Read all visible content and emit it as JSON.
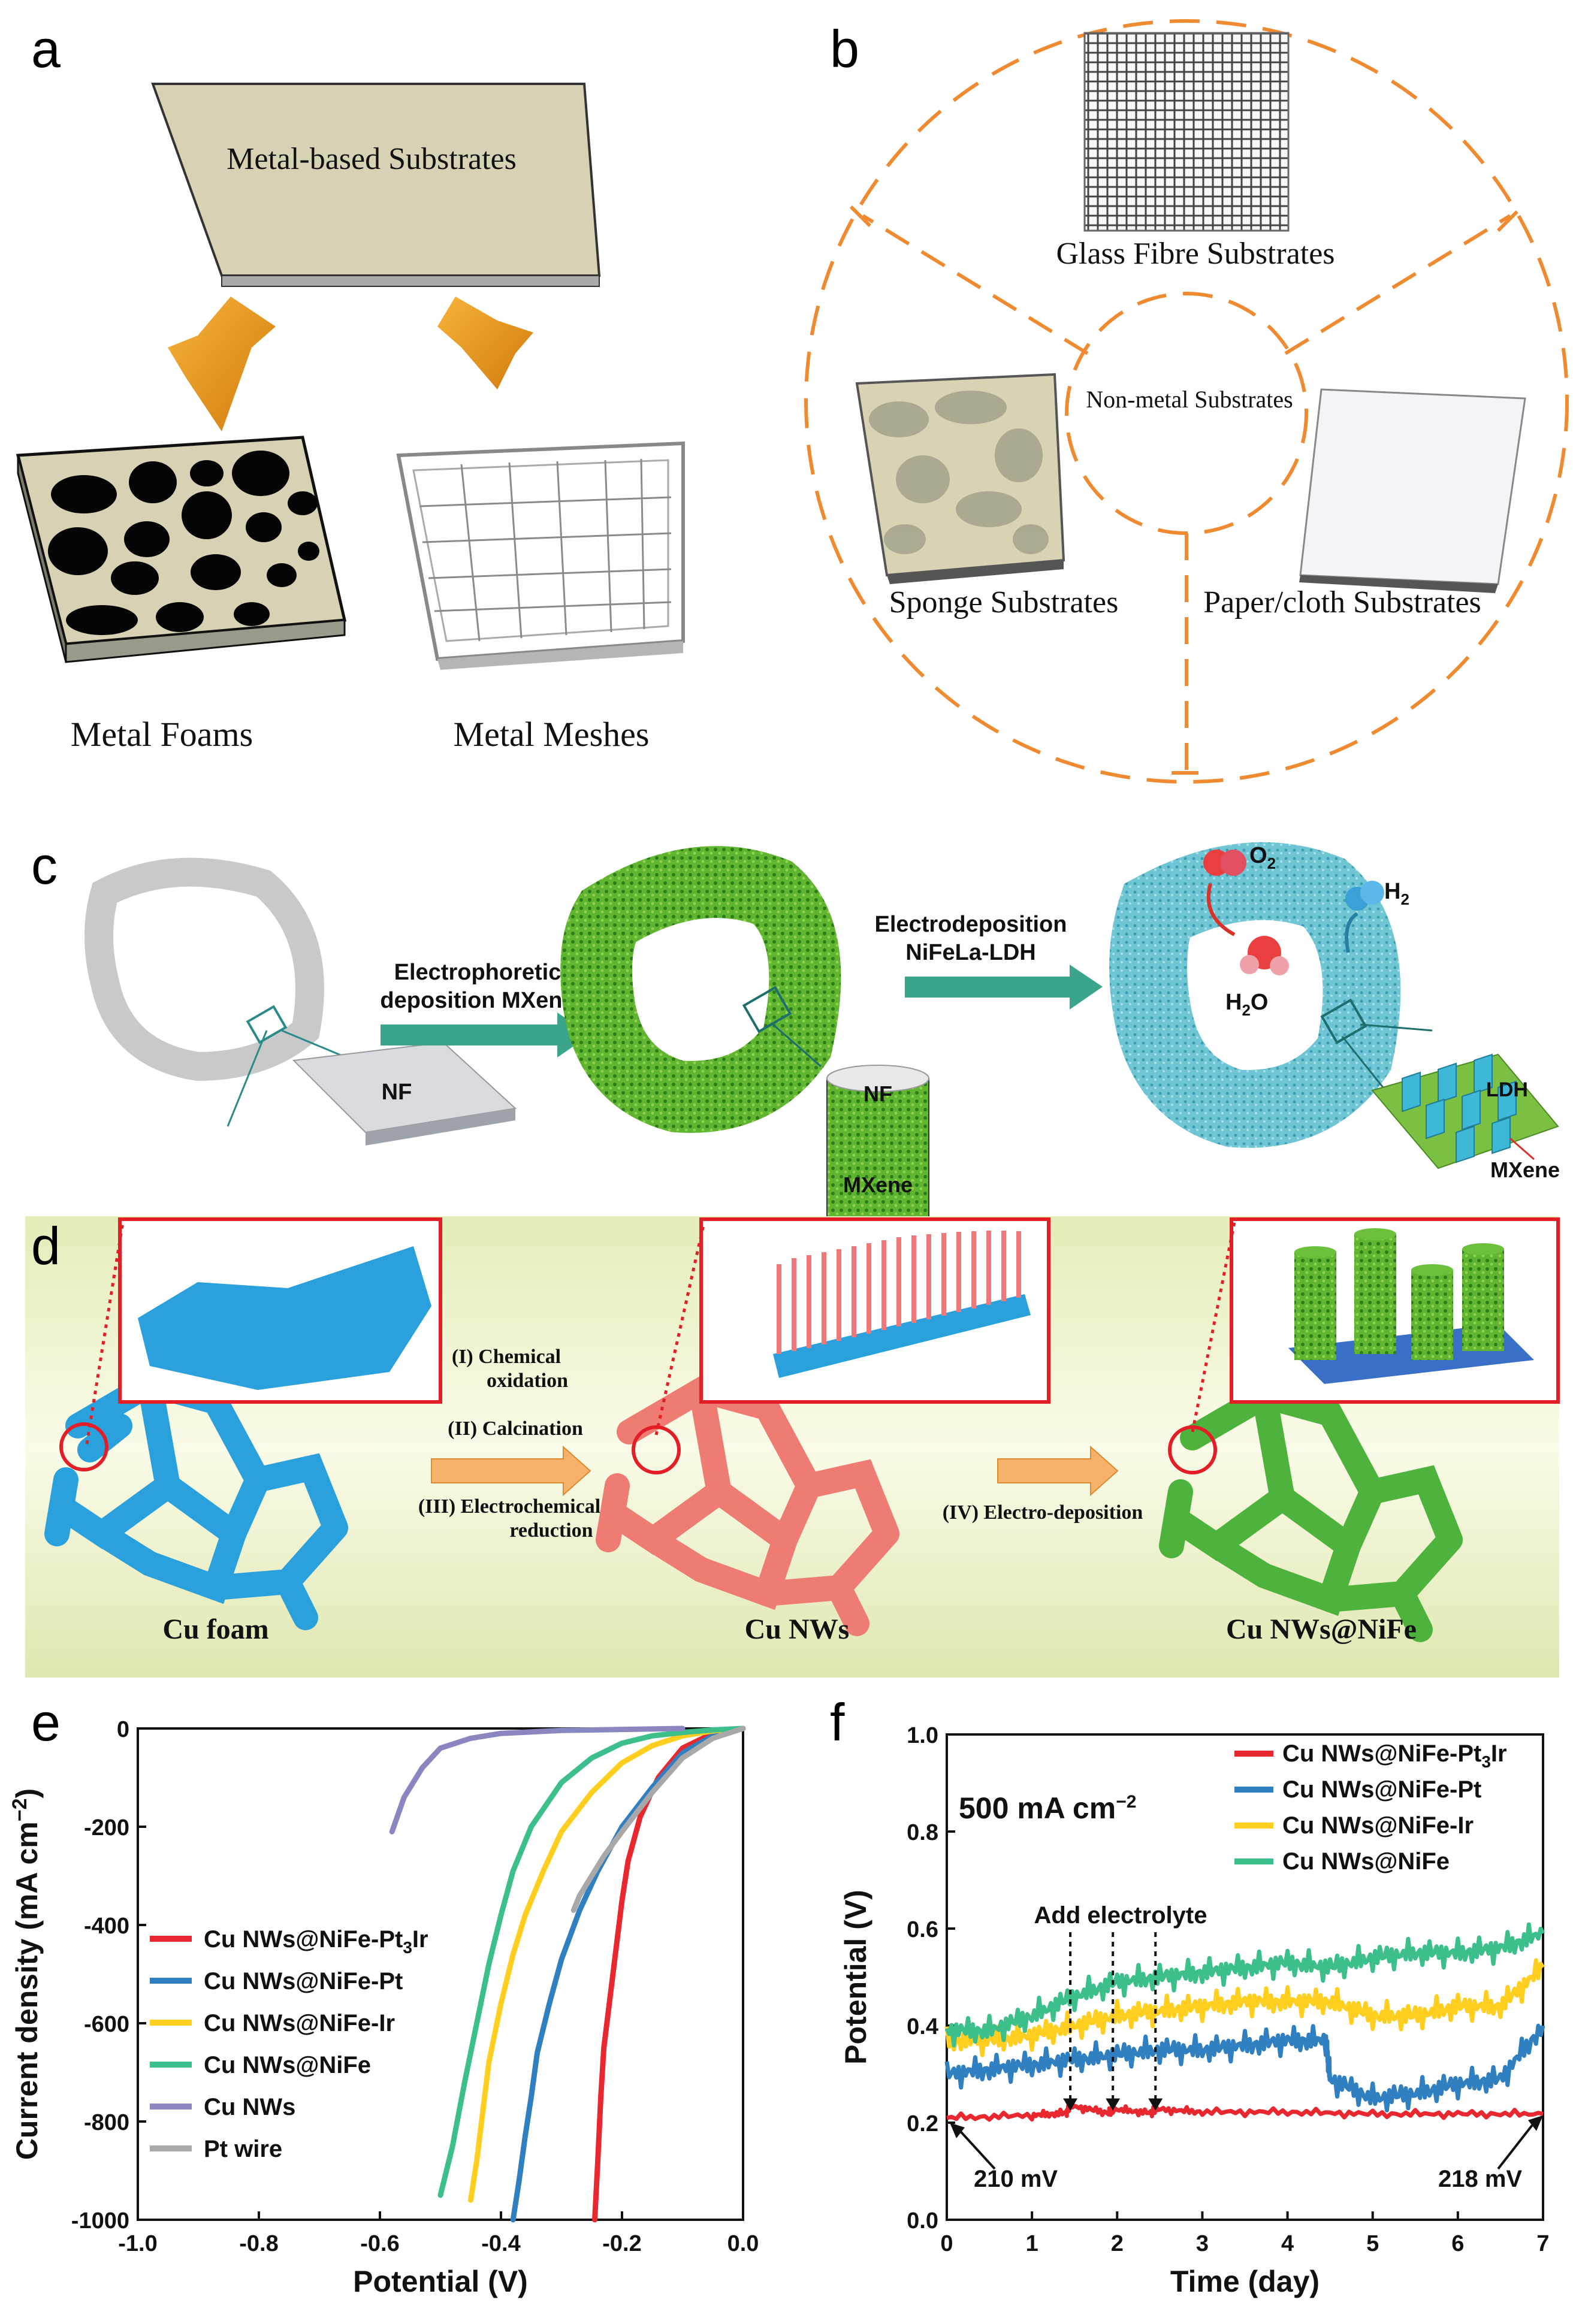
{
  "panels": {
    "a": {
      "letter": "a",
      "substrate_label": "Metal-based Substrates",
      "foams_label": "Metal Foams",
      "meshes_label": "Metal Meshes"
    },
    "b": {
      "letter": "b",
      "center_label": "Non-metal Substrates",
      "glass_label": "Glass Fibre Substrates",
      "sponge_label": "Sponge Substrates",
      "paper_label": "Paper/cloth Substrates"
    },
    "c": {
      "letter": "c",
      "step1_line1": "Electrophoretic",
      "step1_line2": "deposition MXene",
      "step2_line1": "Electrodeposition",
      "step2_line2": "NiFeLa-LDH",
      "nf_label": "NF",
      "nf_label2": "NF",
      "mxene_label": "MXene",
      "o2_label": "O",
      "o2_sub": "2",
      "h2_label": "H",
      "h2_sub": "2",
      "h2o_label": "H",
      "h2o_sub": "2",
      "h2o_tail": "O",
      "ldh_label": "LDH",
      "mxene_label2": "MXene"
    },
    "d": {
      "letter": "d",
      "step1_line1": "(I) Chemical",
      "step1_line2": "oxidation",
      "step2": "(II) Calcination",
      "step3_line1": "(III) Electrochemical",
      "step3_line2": "reduction",
      "step4": "(IV) Electro-deposition",
      "cu_foam": "Cu foam",
      "cu_nws": "Cu NWs",
      "cu_nws_nife": "Cu NWs@NiFe"
    }
  },
  "colors": {
    "pt3ir": "#e8272e",
    "pt": "#2f7fc1",
    "ir": "#ffce1f",
    "nife": "#3cbf8a",
    "cunws": "#8a86c0",
    "ptwire": "#a8a8a8",
    "arrow_orange": "#f0a020",
    "teal_arrow": "#3aa58a",
    "dashed_circle": "#f08a30"
  },
  "chart_data": [
    {
      "panel": "e",
      "type": "line",
      "xlabel": "Potential (V)",
      "ylabel": "Current density (mA cm",
      "ylabel_sup": "−2",
      "ylabel_close": ")",
      "xlim": [
        -1.0,
        0.0
      ],
      "ylim": [
        -1000,
        0
      ],
      "xticks": [
        "-1.0",
        "-0.8",
        "-0.6",
        "-0.4",
        "-0.2",
        "0.0"
      ],
      "yticks": [
        "0",
        "-200",
        "-400",
        "-600",
        "-800",
        "-1000"
      ],
      "legend_position": "left-middle",
      "series": [
        {
          "name": "Cu NWs@NiFe-Pt",
          "name_sub": "3",
          "name_tail": "Ir",
          "color_key": "pt3ir",
          "x": [
            0.0,
            -0.05,
            -0.1,
            -0.14,
            -0.17,
            -0.19,
            -0.2,
            -0.21,
            -0.22,
            -0.23,
            -0.235,
            -0.24,
            -0.245
          ],
          "y": [
            0,
            -10,
            -40,
            -100,
            -180,
            -270,
            -350,
            -450,
            -550,
            -650,
            -750,
            -880,
            -1000
          ]
        },
        {
          "name": "Cu NWs@NiFe-Pt",
          "color_key": "pt",
          "x": [
            0.0,
            -0.05,
            -0.1,
            -0.15,
            -0.2,
            -0.24,
            -0.27,
            -0.3,
            -0.32,
            -0.34,
            -0.35,
            -0.36,
            -0.37,
            -0.38
          ],
          "y": [
            0,
            -15,
            -50,
            -120,
            -200,
            -290,
            -370,
            -470,
            -560,
            -660,
            -750,
            -830,
            -920,
            -1000
          ]
        },
        {
          "name": "Cu NWs@NiFe-Ir",
          "color_key": "ir",
          "x": [
            0.0,
            -0.05,
            -0.1,
            -0.15,
            -0.2,
            -0.25,
            -0.3,
            -0.33,
            -0.36,
            -0.38,
            -0.4,
            -0.42,
            -0.43,
            -0.44,
            -0.45
          ],
          "y": [
            0,
            -5,
            -15,
            -35,
            -70,
            -130,
            -210,
            -290,
            -380,
            -460,
            -560,
            -680,
            -780,
            -880,
            -960
          ]
        },
        {
          "name": "Cu NWs@NiFe",
          "color_key": "nife",
          "x": [
            0.0,
            -0.05,
            -0.1,
            -0.15,
            -0.2,
            -0.25,
            -0.3,
            -0.35,
            -0.38,
            -0.4,
            -0.42,
            -0.44,
            -0.46,
            -0.48,
            -0.5
          ],
          "y": [
            0,
            -3,
            -8,
            -15,
            -30,
            -60,
            -110,
            -200,
            -290,
            -380,
            -480,
            -600,
            -720,
            -850,
            -950
          ]
        },
        {
          "name": "Cu NWs",
          "color_key": "cunws",
          "x": [
            -0.1,
            -0.2,
            -0.3,
            -0.4,
            -0.45,
            -0.5,
            -0.53,
            -0.56,
            -0.58
          ],
          "y": [
            0,
            -2,
            -4,
            -10,
            -20,
            -40,
            -80,
            -140,
            -210
          ]
        },
        {
          "name": "Pt wire",
          "color_key": "ptwire",
          "x": [
            0.0,
            -0.05,
            -0.1,
            -0.15,
            -0.2,
            -0.23,
            -0.25,
            -0.27,
            -0.28
          ],
          "y": [
            0,
            -20,
            -60,
            -130,
            -210,
            -260,
            -300,
            -340,
            -370
          ]
        }
      ]
    },
    {
      "panel": "f",
      "type": "line",
      "xlabel": "Time (day)",
      "ylabel": "Potential (V)",
      "xlim": [
        0,
        7
      ],
      "ylim": [
        0.0,
        1.0
      ],
      "xticks": [
        "0",
        "1",
        "2",
        "3",
        "4",
        "5",
        "6",
        "7"
      ],
      "yticks": [
        "0.0",
        "0.2",
        "0.4",
        "0.6",
        "0.8",
        "1.0"
      ],
      "condition_label": "500 mA cm",
      "condition_sup": "−2",
      "annotation_add": "Add electrolyte",
      "annotation_start": "210 mV",
      "annotation_end": "218 mV",
      "legend_position": "top-right",
      "series": [
        {
          "name": "Cu NWs@NiFe-Pt",
          "name_sub": "3",
          "name_tail": "Ir",
          "color_key": "pt3ir",
          "x": [
            0,
            1,
            1.4,
            1.45,
            1.9,
            1.95,
            2.4,
            2.45,
            3,
            4,
            5,
            6,
            7
          ],
          "y": [
            0.21,
            0.215,
            0.22,
            0.235,
            0.22,
            0.228,
            0.22,
            0.228,
            0.222,
            0.222,
            0.218,
            0.218,
            0.218
          ]
        },
        {
          "name": "Cu NWs@NiFe-Pt",
          "color_key": "pt",
          "x": [
            0,
            0.5,
            1,
            1.5,
            2,
            2.5,
            3,
            3.5,
            4,
            4.45,
            4.5,
            5,
            5.5,
            6,
            6.5,
            7
          ],
          "y": [
            0.3,
            0.31,
            0.32,
            0.33,
            0.34,
            0.35,
            0.35,
            0.36,
            0.37,
            0.37,
            0.29,
            0.25,
            0.26,
            0.28,
            0.29,
            0.4
          ]
        },
        {
          "name": "Cu NWs@NiFe-Ir",
          "color_key": "ir",
          "x": [
            0,
            0.5,
            1,
            1.5,
            2,
            2.5,
            3,
            3.5,
            4,
            4.5,
            5,
            5.5,
            6,
            6.5,
            7
          ],
          "y": [
            0.37,
            0.37,
            0.38,
            0.4,
            0.42,
            0.43,
            0.44,
            0.45,
            0.45,
            0.45,
            0.42,
            0.42,
            0.44,
            0.44,
            0.52
          ]
        },
        {
          "name": "Cu NWs@NiFe",
          "color_key": "nife",
          "x": [
            0,
            0.5,
            1,
            1.5,
            2,
            2.5,
            3,
            3.5,
            4,
            4.5,
            5,
            5.5,
            6,
            6.5,
            7
          ],
          "y": [
            0.39,
            0.39,
            0.42,
            0.46,
            0.49,
            0.5,
            0.51,
            0.52,
            0.53,
            0.52,
            0.54,
            0.55,
            0.55,
            0.56,
            0.59
          ]
        }
      ]
    }
  ]
}
